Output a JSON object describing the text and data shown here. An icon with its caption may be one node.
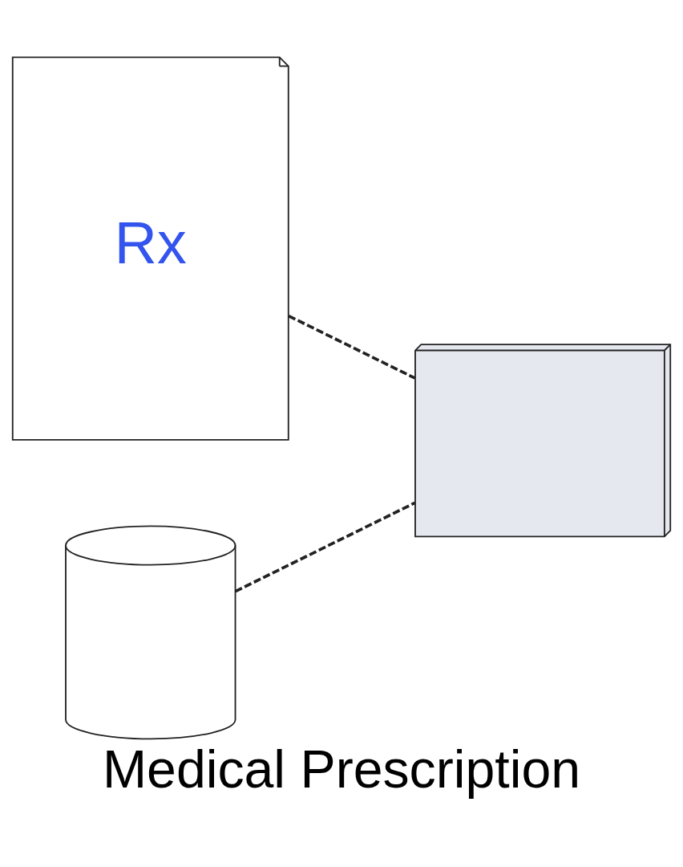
{
  "diagram": {
    "title": "Medical Prescription",
    "nodes": [
      {
        "text": [
          "Rx"
        ]
      },
      {
        "text": [],
        "shape": "cylinder"
      },
      {
        "text": [],
        "shape": "box"
      }
    ],
    "edges": [
      {
        "from": 1,
        "to": 2,
        "arrow": "none",
        "style": "dashed"
      },
      {
        "from": 0,
        "to": 2,
        "arrow": "none",
        "style": "dashed"
      }
    ]
  }
}
